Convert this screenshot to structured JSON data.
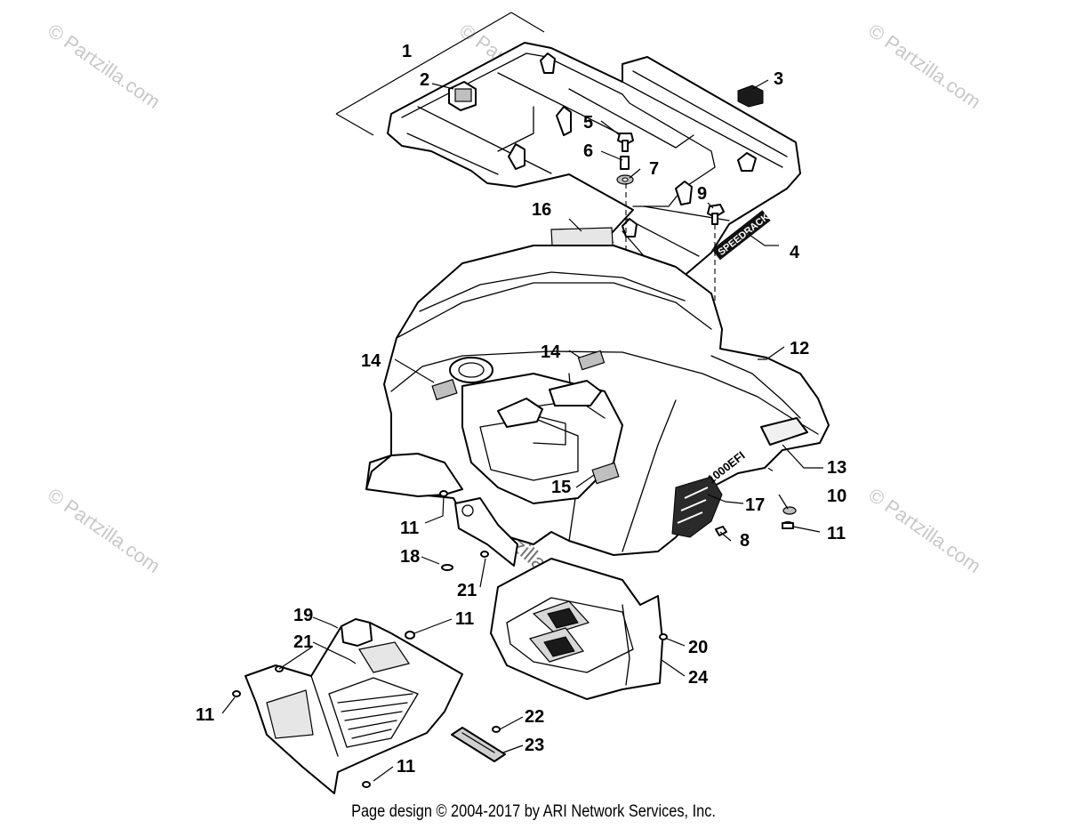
{
  "watermarks": {
    "text": "© Partzilla.com",
    "center_text": "© Partzilla.com"
  },
  "rack_text": "SPEEDRACK",
  "fender_text": "1000EFI",
  "callouts": {
    "c1": "1",
    "c2": "2",
    "c3": "3",
    "c4": "4",
    "c5": "5",
    "c6": "6",
    "c7": "7",
    "c8": "8",
    "c9": "9",
    "c10": "10",
    "c11a": "11",
    "c11b": "11",
    "c11c": "11",
    "c11d": "11",
    "c11e": "11",
    "c12": "12",
    "c13": "13",
    "c14a": "14",
    "c14b": "14",
    "c15": "15",
    "c16": "16",
    "c17": "17",
    "c18": "18",
    "c19": "19",
    "c20": "20",
    "c21a": "21",
    "c21b": "21",
    "c22": "22",
    "c23": "23",
    "c24": "24"
  },
  "footer": "Page design © 2004-2017 by ARI Network Services, Inc."
}
